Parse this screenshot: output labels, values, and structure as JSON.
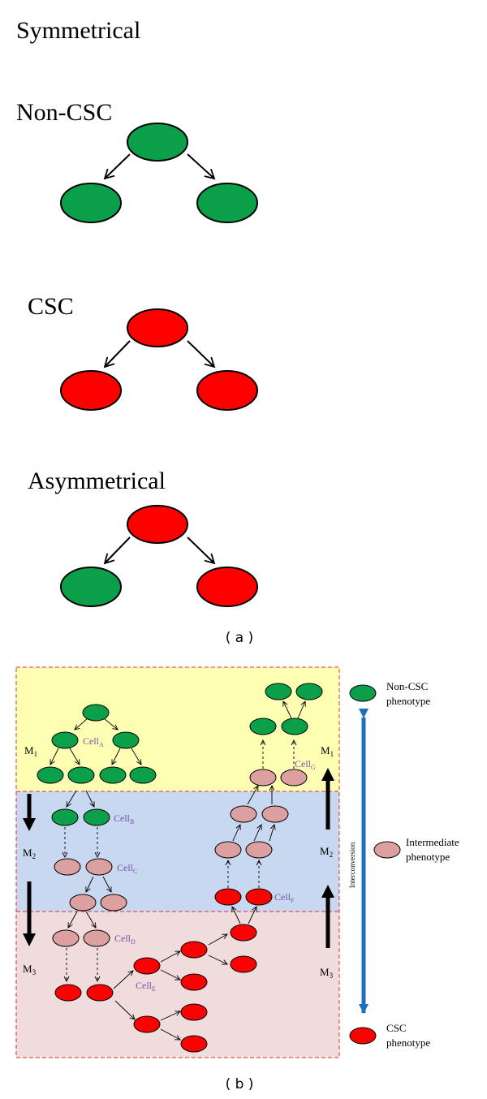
{
  "colors": {
    "non_csc": "#0aa04a",
    "csc": "#ff0000",
    "intermediate": "#dca0a0",
    "zone_top": "#ffffb4",
    "zone_mid": "#c8d8f0",
    "zone_bottom": "#f0dcdc",
    "zone_border": "#e03030",
    "label_purple": "#7a50a8",
    "interconversion": "#1f6fc0"
  },
  "panel_a": {
    "heading_symmetrical": "Symmetrical",
    "heading_non_csc": "Non-CSC",
    "heading_csc": "CSC",
    "heading_asymmetrical": "Asymmetrical",
    "caption": "( a )"
  },
  "panel_b": {
    "caption": "( b )",
    "m1_left": {
      "base": "M",
      "sub": "1"
    },
    "m2_left": {
      "base": "M",
      "sub": "2"
    },
    "m3_left": {
      "base": "M",
      "sub": "3"
    },
    "m1_right": {
      "base": "M",
      "sub": "1"
    },
    "m2_right": {
      "base": "M",
      "sub": "2"
    },
    "m3_right": {
      "base": "M",
      "sub": "3"
    },
    "cell_a": {
      "base": "Cell",
      "sub": "A"
    },
    "cell_b": {
      "base": "Cell",
      "sub": "B"
    },
    "cell_c": {
      "base": "Cell",
      "sub": "C"
    },
    "cell_d": {
      "base": "Cell",
      "sub": "D"
    },
    "cell_e": {
      "base": "Cell",
      "sub": "E"
    },
    "cell_f": {
      "base": "Cell",
      "sub": "F"
    },
    "cell_g": {
      "base": "Cell",
      "sub": "G"
    },
    "interconversion": "Interconversion",
    "legend": {
      "non_csc_line1": "Non-CSC",
      "non_csc_line2": "phenotype",
      "intermediate_line1": "Intermediate",
      "intermediate_line2": "phenotype",
      "csc_line1": "CSC",
      "csc_line2": "phenotype"
    }
  }
}
